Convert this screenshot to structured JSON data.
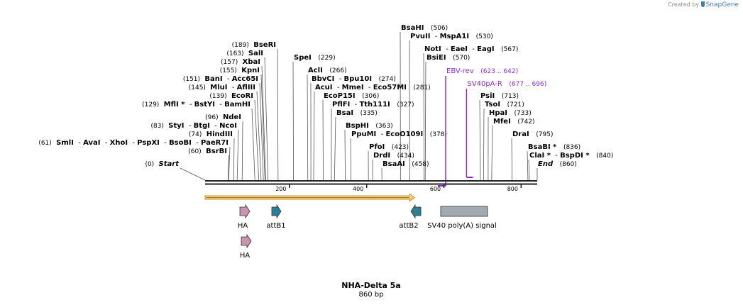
{
  "created_by": "Created by",
  "brand": "SnapGene",
  "title": "NHA-Delta 5a",
  "length": 860,
  "length_label": "860 bp",
  "ruler": [
    "200",
    "400",
    "600",
    "800"
  ],
  "sites": [
    {
      "pos": "(0)",
      "label": "Start",
      "italic": true
    },
    {
      "pos": "(60)",
      "label": "BsrBI"
    },
    {
      "pos": "(61)",
      "label": "SmlI - AvaI - XhoI - PspXI - BsoBI - PaeR7I"
    },
    {
      "pos": "(74)",
      "label": "HindIII"
    },
    {
      "pos": "(83)",
      "label": "StyI - BtgI - NcoI"
    },
    {
      "pos": "(96)",
      "label": "NdeI"
    },
    {
      "pos": "(129)",
      "label": "MflI * - BstYI - BamHI"
    },
    {
      "pos": "(139)",
      "label": "EcoRI"
    },
    {
      "pos": "(145)",
      "label": "MluI - AflIII"
    },
    {
      "pos": "(151)",
      "label": "BanI - Acc65I"
    },
    {
      "pos": "(155)",
      "label": "KpnI"
    },
    {
      "pos": "(157)",
      "label": "XbaI"
    },
    {
      "pos": "(163)",
      "label": "SalI"
    },
    {
      "pos": "(189)",
      "label": "BseRI"
    },
    {
      "pos": "(229)",
      "label": "SpeI"
    },
    {
      "pos": "(266)",
      "label": "AclI"
    },
    {
      "pos": "(274)",
      "label": "BbvCI - Bpu10I"
    },
    {
      "pos": "(281)",
      "label": "AcuI - MmeI - Eco57MI"
    },
    {
      "pos": "(306)",
      "label": "EcoP15I"
    },
    {
      "pos": "(327)",
      "label": "PflFI - Tth111I"
    },
    {
      "pos": "(335)",
      "label": "BsaI"
    },
    {
      "pos": "(363)",
      "label": "BspHI"
    },
    {
      "pos": "(378)",
      "label": "PpuMI - EcoO109I"
    },
    {
      "pos": "(423)",
      "label": "PfoI"
    },
    {
      "pos": "(434)",
      "label": "DrdI"
    },
    {
      "pos": "(458)",
      "label": "BsaAI"
    },
    {
      "pos": "(506)",
      "label": "BsaHI"
    },
    {
      "pos": "(530)",
      "label": "PvuII - MspA1I"
    },
    {
      "pos": "(567)",
      "label": "NotI - EaeI - EagI"
    },
    {
      "pos": "(570)",
      "label": "BsiEI"
    },
    {
      "pos": "(713)",
      "label": "PsiI"
    },
    {
      "pos": "(721)",
      "label": "TsoI"
    },
    {
      "pos": "(733)",
      "label": "HpaI"
    },
    {
      "pos": "(742)",
      "label": "MfeI"
    },
    {
      "pos": "(795)",
      "label": "DraI"
    },
    {
      "pos": "(836)",
      "label": "BsaBI *"
    },
    {
      "pos": "(840)",
      "label": "ClaI * - BspDI *"
    },
    {
      "pos": "(860)",
      "label": "End",
      "italic": true
    }
  ],
  "primers": [
    {
      "name": "EBV-rev",
      "range": "(623 .. 642)"
    },
    {
      "name": "SV40pA-R",
      "range": "(677 .. 696)"
    }
  ],
  "features": [
    {
      "name": "HA",
      "color": "#c895b0"
    },
    {
      "name": "attB1",
      "color": "#2a7f96"
    },
    {
      "name": "attB2",
      "color": "#2a7f96"
    },
    {
      "name": "SV40 poly(A) signal",
      "color": "#a2aab0"
    },
    {
      "name": "HA",
      "color": "#c895b0"
    }
  ],
  "colors": {
    "orf": "#f2c15b",
    "primer": "#8a2bd6",
    "backbone": "#222222"
  }
}
